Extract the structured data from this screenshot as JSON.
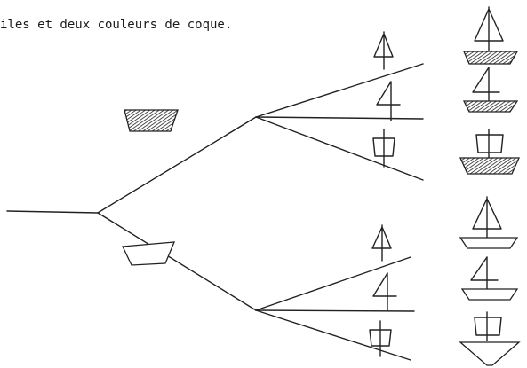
{
  "caption": "iles et deux couleurs de coque.",
  "tree": {
    "hull_colors": [
      {
        "key": "hatched",
        "icon": "hatched-hull-icon"
      },
      {
        "key": "white",
        "icon": "white-hull-icon"
      }
    ],
    "sail_types": [
      {
        "key": "triangle-sail",
        "icon": "triangle-sail-icon"
      },
      {
        "key": "four-sail",
        "icon": "four-shaped-sail-icon"
      },
      {
        "key": "square-sail",
        "icon": "square-sail-icon"
      }
    ],
    "outcomes": [
      {
        "hull": "hatched",
        "sail": "triangle-sail"
      },
      {
        "hull": "hatched",
        "sail": "four-sail"
      },
      {
        "hull": "hatched",
        "sail": "square-sail"
      },
      {
        "hull": "white",
        "sail": "triangle-sail"
      },
      {
        "hull": "white",
        "sail": "four-sail"
      },
      {
        "hull": "white",
        "sail": "square-sail"
      }
    ]
  }
}
